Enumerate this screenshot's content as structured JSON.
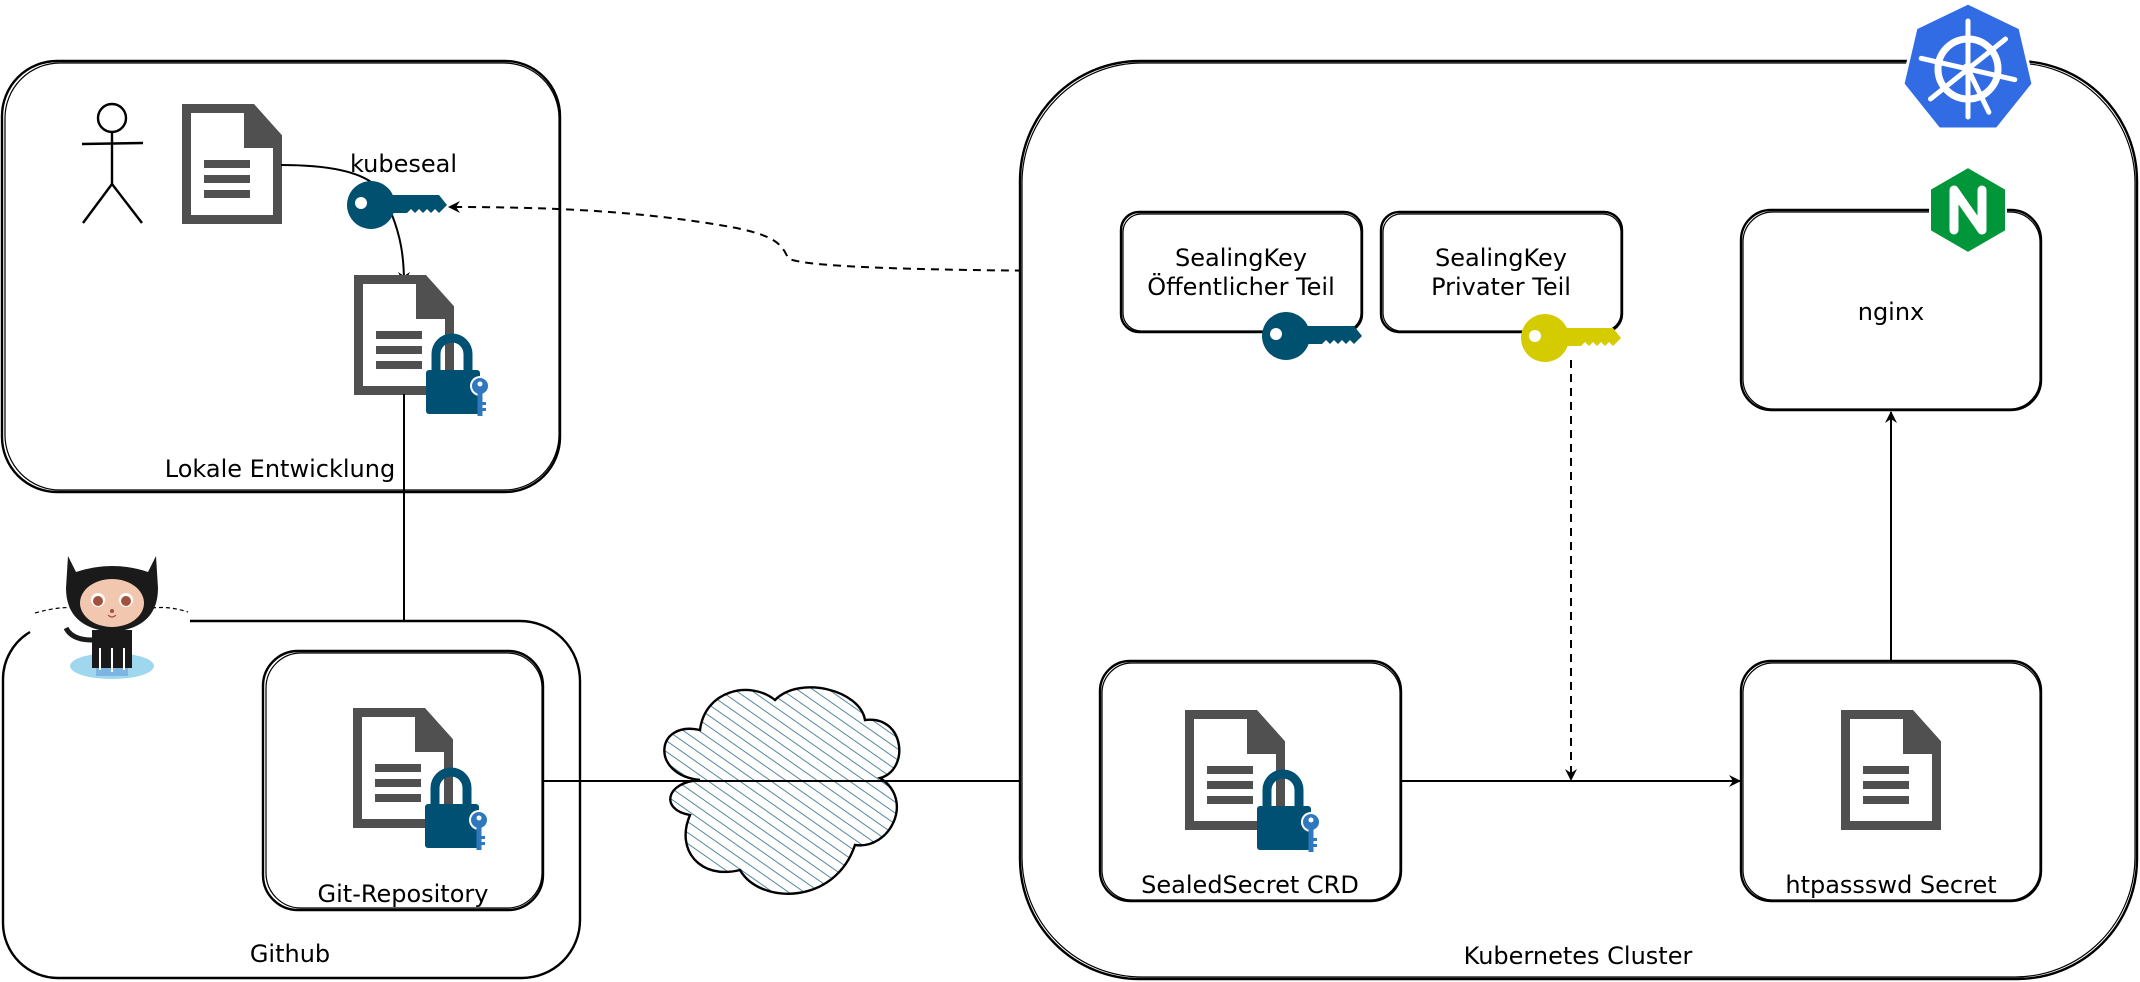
{
  "diagram": {
    "title": "SealedSecrets workflow",
    "groups": {
      "local": {
        "label": "Lokale Entwicklung"
      },
      "github": {
        "label": "Github"
      },
      "kubernetes": {
        "label": "Kubernetes Cluster"
      }
    },
    "nodes": {
      "developer": {
        "label": ""
      },
      "secret_file": {
        "label": ""
      },
      "kubeseal": {
        "label": "kubeseal"
      },
      "sealed_file": {
        "label": ""
      },
      "git_repository": {
        "label": "Git-Repository"
      },
      "internet": {
        "label": ""
      },
      "sealing_key_public": {
        "line1": "SealingKey",
        "line2": "Öffentlicher Teil"
      },
      "sealing_key_private": {
        "line1": "SealingKey",
        "line2": "Privater Teil"
      },
      "nginx": {
        "label": "nginx"
      },
      "sealed_secret_crd": {
        "label": "SealedSecret CRD"
      },
      "htpasswd_secret": {
        "label": "htpassswd Secret"
      }
    },
    "edges": [
      {
        "from": "secret_file",
        "to": "sealed_file",
        "via": "kubeseal",
        "style": "solid"
      },
      {
        "from": "sealing_key_public",
        "to": "kubeseal",
        "style": "dashed"
      },
      {
        "from": "sealed_file",
        "to": "git_repository",
        "style": "solid"
      },
      {
        "from": "git_repository",
        "to": "sealed_secret_crd",
        "via": "internet",
        "style": "solid"
      },
      {
        "from": "sealing_key_private",
        "to": "sealedsecret-to-htpasswd-edge",
        "style": "dashed"
      },
      {
        "from": "sealed_secret_crd",
        "to": "htpasswd_secret",
        "style": "solid"
      },
      {
        "from": "htpasswd_secret",
        "to": "nginx",
        "style": "solid"
      }
    ],
    "icons": {
      "kubernetes_logo": "kubernetes-logo",
      "nginx_logo": "nginx-logo",
      "github_logo": "octocat-logo",
      "public_key": "key-icon-blue",
      "private_key": "key-icon-yellow"
    },
    "colors": {
      "key_public": "#00516f",
      "key_private": "#d4cc00",
      "kubernetes": "#326ce5",
      "nginx": "#009639",
      "document": "#505050",
      "lock": "#005073",
      "cloud_hatch": "#2b6a8a"
    }
  }
}
